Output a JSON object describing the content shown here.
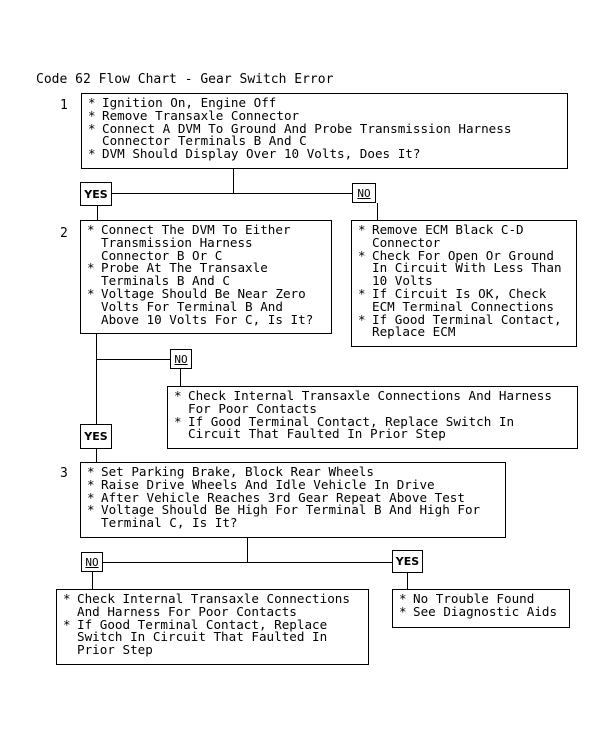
{
  "title": "Code 62 Flow Chart - Gear Switch Error",
  "steps": {
    "s1": {
      "number": "1",
      "lines": [
        "Ignition On, Engine Off",
        "Remove Transaxle Connector",
        "Connect A DVM To Ground And Probe Transmission Harness\nConnector Terminals B And C",
        "DVM Should Display Over 10 Volts, Does It?"
      ]
    },
    "s2": {
      "number": "2",
      "lines": [
        "Connect The DVM To Either\nTransmission Harness\nConnector B Or C",
        "Probe At The Transaxle\nTerminals B And C",
        "Voltage Should Be Near Zero\nVolts For Terminal B And\nAbove 10 Volts For C, Is It?"
      ]
    },
    "ecm": {
      "lines": [
        "Remove ECM Black C-D\nConnector",
        "Check For Open Or Ground\nIn Circuit With Less Than\n10 Volts",
        "If Circuit Is OK, Check\nECM Terminal Connections",
        "If Good Terminal Contact,\nReplace ECM"
      ]
    },
    "internal1": {
      "lines": [
        "Check Internal Transaxle Connections And Harness\nFor Poor Contacts",
        "If Good Terminal Contact, Replace Switch In\nCircuit That Faulted In Prior Step"
      ]
    },
    "s3": {
      "number": "3",
      "lines": [
        "Set Parking Brake, Block Rear Wheels",
        "Raise Drive Wheels And Idle Vehicle In Drive",
        "After Vehicle Reaches 3rd Gear Repeat Above Test",
        "Voltage Should Be High For Terminal B And High For\nTerminal C, Is It?"
      ]
    },
    "internal2": {
      "lines": [
        "Check Internal Transaxle Connections\nAnd Harness For Poor Contacts",
        "If Good Terminal Contact, Replace\nSwitch In Circuit That Faulted In\nPrior Step"
      ]
    },
    "final": {
      "lines": [
        "No Trouble Found",
        "See Diagnostic Aids"
      ]
    }
  },
  "tags": {
    "yes": "YES",
    "no": "NO"
  }
}
